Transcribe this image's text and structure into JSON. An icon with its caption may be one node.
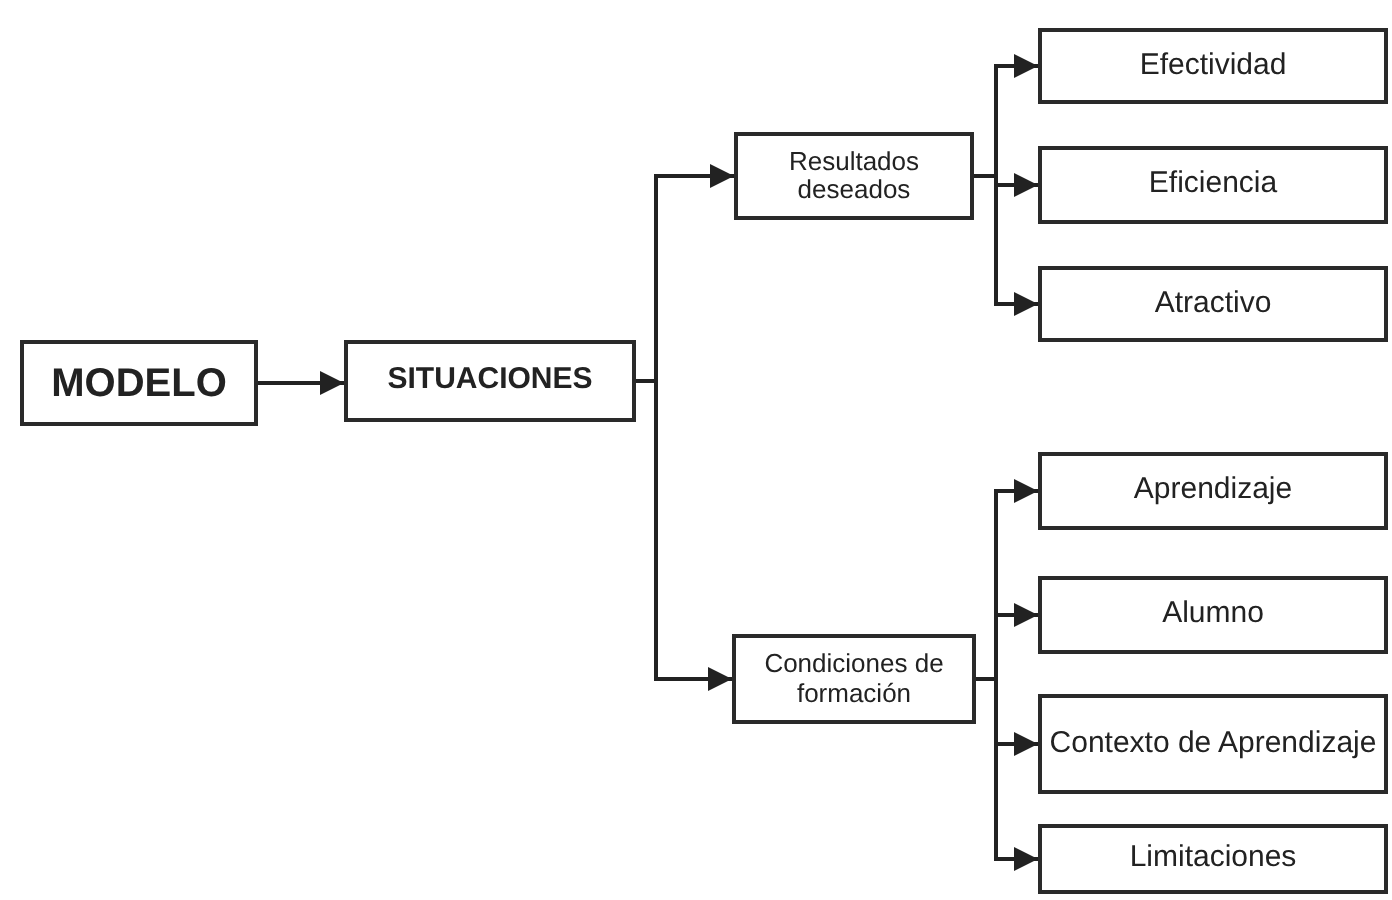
{
  "diagram": {
    "nodes": [
      {
        "text": [
          "MODELO"
        ]
      },
      {
        "text": [
          "SITUACIONES"
        ]
      },
      {
        "text": [
          "Resultados deseados"
        ]
      },
      {
        "text": [
          "Efectividad"
        ]
      },
      {
        "text": [
          "Eficiencia"
        ]
      },
      {
        "text": [
          "Atractivo"
        ]
      },
      {
        "text": [
          "Condiciones de formación"
        ]
      },
      {
        "text": [
          "Aprendizaje"
        ]
      },
      {
        "text": [
          "Alumno"
        ]
      },
      {
        "text": [
          "Contexto de Aprendizaje"
        ]
      },
      {
        "text": [
          "Limitaciones"
        ]
      }
    ],
    "edges": [
      {
        "from": 0,
        "to": 1,
        "arrow": "to"
      },
      {
        "from": 1,
        "to": 2,
        "arrow": "to"
      },
      {
        "from": 1,
        "to": 6,
        "arrow": "to"
      },
      {
        "from": 2,
        "to": 3,
        "arrow": "to"
      },
      {
        "from": 2,
        "to": 4,
        "arrow": "to"
      },
      {
        "from": 2,
        "to": 5,
        "arrow": "to"
      },
      {
        "from": 6,
        "to": 7,
        "arrow": "to"
      },
      {
        "from": 6,
        "to": 8,
        "arrow": "to"
      },
      {
        "from": 6,
        "to": 9,
        "arrow": "to"
      },
      {
        "from": 6,
        "to": 10,
        "arrow": "to"
      }
    ]
  }
}
